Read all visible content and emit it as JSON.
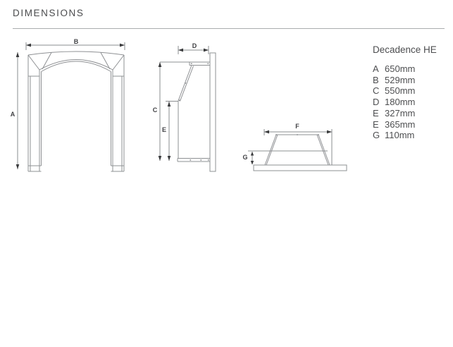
{
  "page": {
    "title": "DIMENSIONS"
  },
  "product": {
    "name": "Decadence HE"
  },
  "specs": [
    {
      "letter": "A",
      "value": "650mm"
    },
    {
      "letter": "B",
      "value": "529mm"
    },
    {
      "letter": "C",
      "value": "550mm"
    },
    {
      "letter": "D",
      "value": "180mm"
    },
    {
      "letter": "E",
      "value": "327mm"
    },
    {
      "letter": "E",
      "value": "365mm"
    },
    {
      "letter": "G",
      "value": "110mm"
    }
  ],
  "diagrams": {
    "front": {
      "width_label": "B",
      "height_label": "A"
    },
    "side": {
      "depth_label": "D",
      "height_label": "C",
      "opening_height_label": "E"
    },
    "plan": {
      "width_label": "F",
      "depth_label": "G"
    }
  },
  "colors": {
    "background": "#ffffff",
    "drawing_line": "#8e9093",
    "dimension_text": "#404144",
    "body_text": "#4d4e50",
    "divider": "#aaacae"
  }
}
